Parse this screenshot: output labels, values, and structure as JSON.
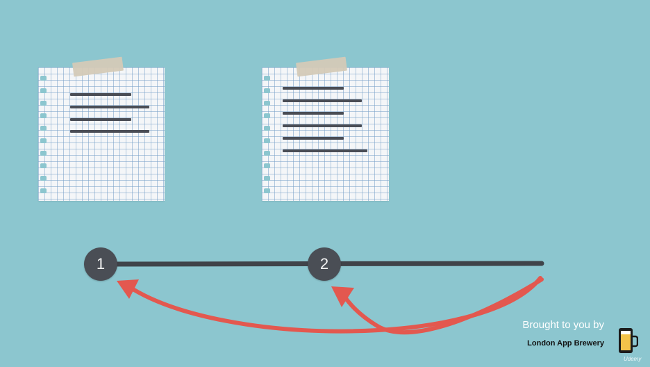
{
  "nodes": [
    {
      "label": "1"
    },
    {
      "label": "2"
    }
  ],
  "credit": {
    "subtitle": "Brought to you by",
    "brand": "London App Brewery",
    "watermark": "Udemy"
  },
  "colors": {
    "background": "#8cc6cf",
    "timeline": "#3f4349",
    "arrow": "#e3584f",
    "node": "#4a4e55"
  },
  "icons": [
    "paper-note",
    "tape",
    "beer-glass-logo"
  ]
}
